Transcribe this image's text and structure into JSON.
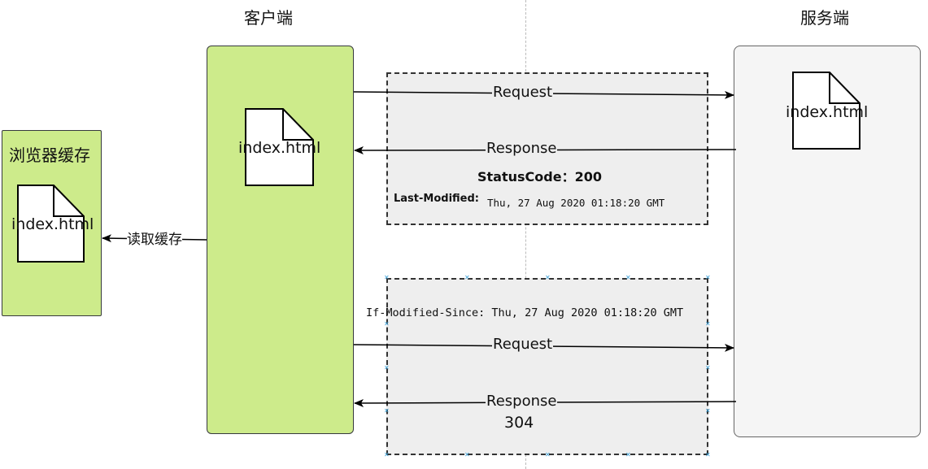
{
  "titles": {
    "client": "客户端",
    "server": "服务端",
    "browser_cache": "浏览器缓存"
  },
  "documents": {
    "client_doc": "index.html",
    "server_doc": "index.html",
    "cache_doc": "index.html"
  },
  "cache_read_label": "读取缓存",
  "exchange1": {
    "request_label": "Request",
    "response_label": "Response",
    "status_code": "StatusCode：200",
    "last_modified_key": "Last-Modified:",
    "last_modified_value": "Thu, 27 Aug 2020 01:18:20 GMT"
  },
  "exchange2": {
    "if_modified_since": "If-Modified-Since: Thu, 27 Aug 2020 01:18:20 GMT",
    "request_label": "Request",
    "response_label": "Response",
    "status_304": "304"
  },
  "colors": {
    "client_fill": "#cdeb8b",
    "server_fill": "#f5f5f5",
    "exchange_fill": "#eeeeee",
    "selection_handle": "#3aa0d8"
  }
}
